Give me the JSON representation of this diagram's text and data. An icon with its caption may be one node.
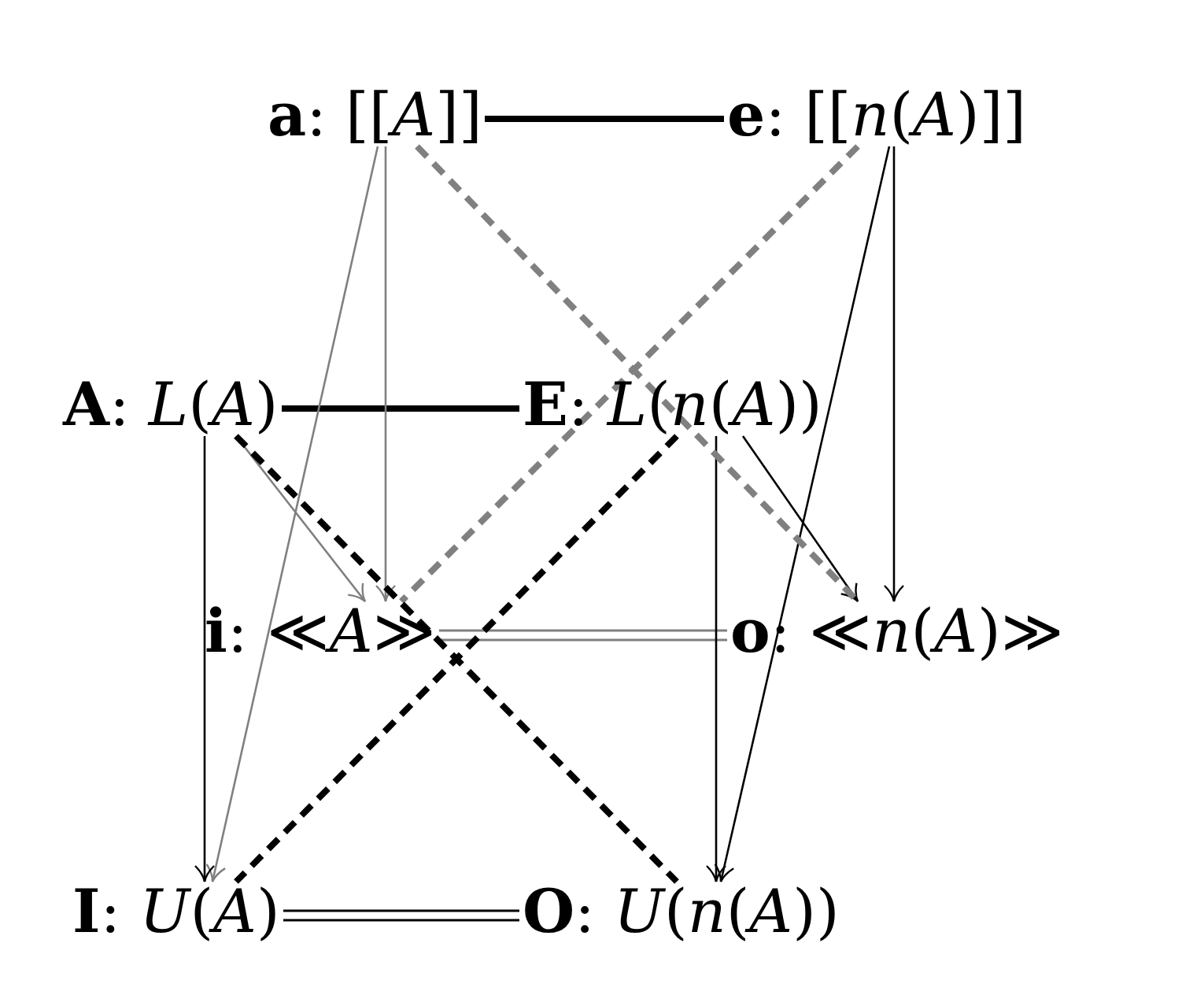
{
  "diagram": {
    "nodes": [
      {
        "text": [
          "**a**: [[*A*]]"
        ]
      },
      {
        "text": [
          "**e**: [[*n*(*A*)]]"
        ]
      },
      {
        "text": [
          "**A**: *L*(*A*)"
        ]
      },
      {
        "text": [
          "**E**: *L*(*n*(*A*))"
        ]
      },
      {
        "text": [
          "**i**: ≪*A*≫"
        ]
      },
      {
        "text": [
          "**o**: ≪*n*(*A*)≫"
        ]
      },
      {
        "text": [
          "**I**: *U*(*A*)"
        ]
      },
      {
        "text": [
          "**O**: *U*(*n*(*A*))"
        ]
      }
    ],
    "edges": [
      {
        "from": 0,
        "to": 1,
        "arrow": "none",
        "style": "thick"
      },
      {
        "from": 2,
        "to": 3,
        "arrow": "none",
        "style": "thick"
      },
      {
        "from": 4,
        "to": 5,
        "arrow": "none",
        "color": "#808080"
      },
      {
        "from": 6,
        "to": 7,
        "arrow": "none"
      },
      {
        "from": 0,
        "to": 6,
        "arrow": "to",
        "color": "#808080"
      },
      {
        "from": 0,
        "to": 4,
        "arrow": "to",
        "color": "#808080"
      },
      {
        "from": 2,
        "to": 4,
        "arrow": "to",
        "color": "#808080"
      },
      {
        "from": 2,
        "to": 6,
        "arrow": "to"
      },
      {
        "from": 1,
        "to": 5,
        "arrow": "to"
      },
      {
        "from": 1,
        "to": 7,
        "arrow": "to"
      },
      {
        "from": 3,
        "to": 7,
        "arrow": "to"
      },
      {
        "from": 3,
        "to": 5,
        "arrow": "to"
      },
      {
        "from": 0,
        "to": 5,
        "arrow": "none",
        "style": "dashed",
        "color": "#808080"
      },
      {
        "from": 1,
        "to": 4,
        "arrow": "none",
        "style": "dashed",
        "color": "#808080"
      },
      {
        "from": 2,
        "to": 7,
        "arrow": "none",
        "style": "dashed"
      },
      {
        "from": 3,
        "to": 6,
        "arrow": "none",
        "style": "dashed"
      }
    ]
  }
}
